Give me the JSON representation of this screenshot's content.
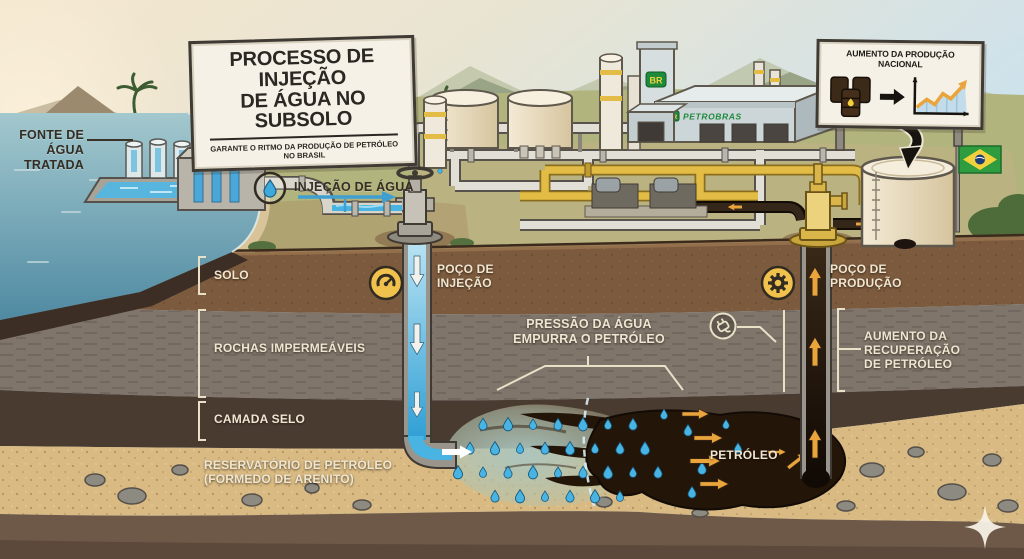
{
  "title_sign": {
    "title": "PROCESSO DE INJEÇÃO\nDE ÁGUA NO SUBSOLO",
    "subtitle": "GARANTE O RITMO DA PRODUÇÃO DE PETRÓLEO NO BRASIL"
  },
  "production_sign": {
    "title": "AUMENTO DA PRODUÇÃO NACIONAL"
  },
  "labels": {
    "water_source": "FONTE DE\nÁGUA\nTRATADA",
    "water_injection": "INJEÇÃO DE ÁGUA",
    "soil": "SOLO",
    "impermeable_rocks": "ROCHAS IMPERMEÁVEIS",
    "seal_layer": "CAMADA SELO",
    "oil_reservoir": "RESERVATÓRIO DE PETRÓLEO\n(FORMEDO DE ARENITO)",
    "injection_well": "POÇO DE\nINJEÇÃO",
    "water_pressure": "PRESSÃO DA ÁGUA\nEMPURRA O PETRÓLEO",
    "oil": "PETRÓLEO",
    "production_well": "POÇO DE\nPRODUÇÃO",
    "recovery_increase": "AUMENTO DA\nRECUPERAÇÃO\nDE PETRÓLEO"
  },
  "branding": {
    "logo_initials": "BR",
    "logo_name": "PETROBRAS"
  },
  "icons": {
    "water_drop_badge": "water-drop-icon",
    "pressure_gauge_badge": "gauge-icon",
    "gear_badge": "gear-icon",
    "plug_badge": "plug-icon",
    "oil_barrels": "oil-barrels-icon",
    "growth_chart": "growth-chart-icon",
    "breakout_arrow": "arrow-down-icon",
    "flag": "brazil-flag",
    "sparkle": "sparkle-icon"
  },
  "colors": {
    "water": "#49b4e2",
    "oil": "#241509",
    "pipe_yellow": "#e3bc45",
    "badge_yellow": "#f0c14d",
    "arrow_orange": "#e9a43c",
    "sand": "#d9ba82",
    "sign_bg": "#f5f1e6",
    "label_light": "#efe6d2",
    "label_dark": "#3a3226",
    "flag_green": "#2e9c3f",
    "chart_line": "#e9a43c",
    "chart_area": "#c2dceb"
  }
}
